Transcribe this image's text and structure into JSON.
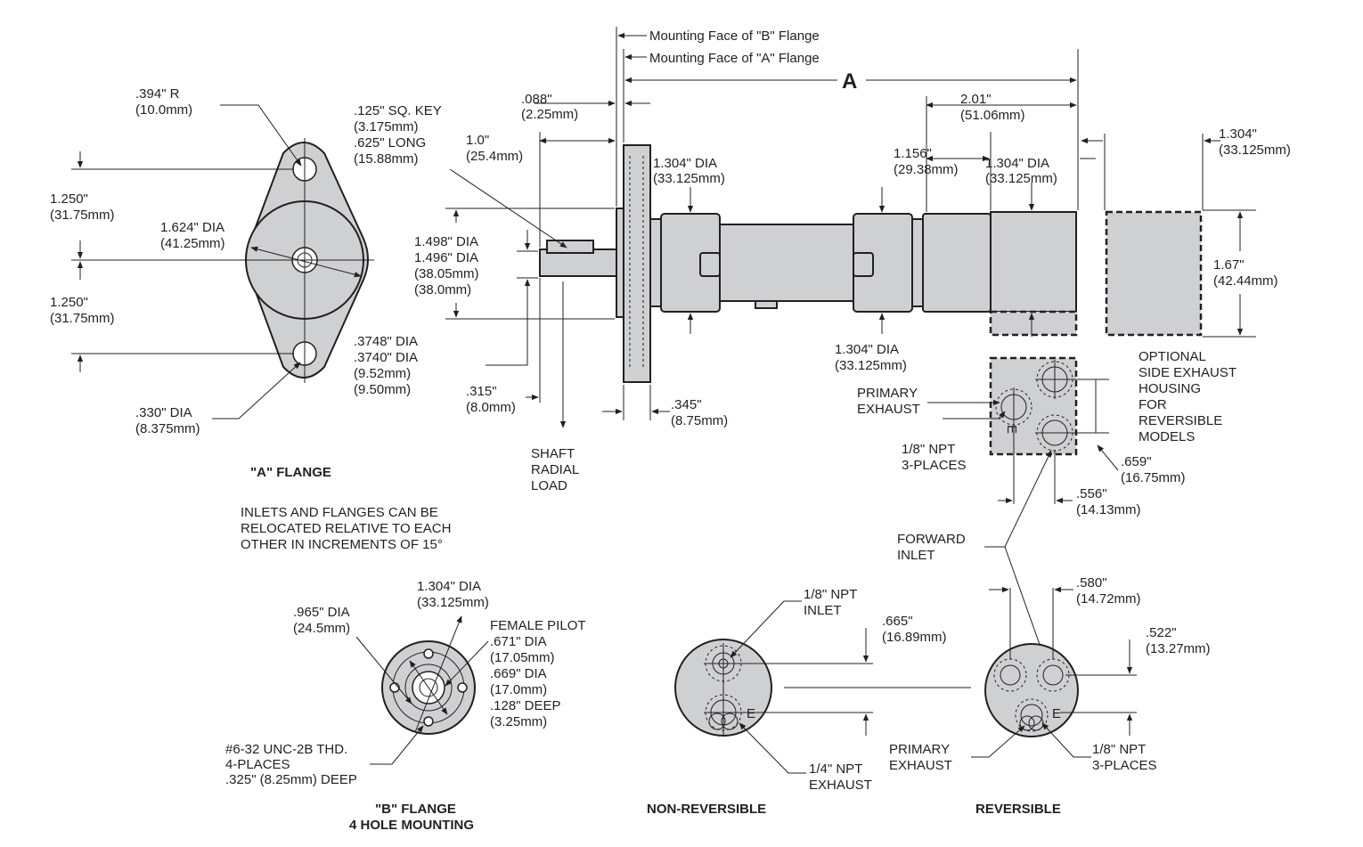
{
  "labels": {
    "mount_b": "Mounting Face of \"B\" Flange",
    "mount_a": "Mounting Face of \"A\" Flange",
    "dim_A": "A",
    "r394_1": ".394\" R",
    "r394_2": "(10.0mm)",
    "key_1": ".125\" SQ. KEY",
    "key_2": "(3.175mm)",
    "key_3": ".625\" LONG",
    "key_4": "(15.88mm)",
    "d088_1": ".088\"",
    "d088_2": "(2.25mm)",
    "d10_1": "1.0\"",
    "d10_2": "(25.4mm)",
    "d1304a_1": "1.304\" DIA",
    "d1304a_2": "(33.125mm)",
    "d201_1": "2.01\"",
    "d201_2": "(51.06mm)",
    "d1156_1": "1.156\"",
    "d1156_2": "(29.38mm)",
    "d1304b_1": "1.304\" DIA",
    "d1304b_2": "(33.125mm)",
    "d1304c_1": "1.304\"",
    "d1304c_2": "(33.125mm)",
    "d1250a_1": "1.250\"",
    "d1250a_2": "(31.75mm)",
    "d1624_1": "1.624\" DIA",
    "d1624_2": "(41.25mm)",
    "d1250b_1": "1.250\"",
    "d1250b_2": "(31.75mm)",
    "shaft_1": "1.498\" DIA",
    "shaft_2": "1.496\" DIA",
    "shaft_3": "(38.05mm)",
    "shaft_4": "(38.0mm)",
    "d167_1": "1.67\"",
    "d167_2": "(42.44mm)",
    "d3748_1": ".3748\" DIA",
    "d3748_2": ".3740\" DIA",
    "d3748_3": "(9.52mm)",
    "d3748_4": "(9.50mm)",
    "d1304d_1": "1.304\" DIA",
    "d1304d_2": "(33.125mm)",
    "opt_1": "OPTIONAL",
    "opt_2": "SIDE EXHAUST",
    "opt_3": "HOUSING",
    "opt_4": "FOR",
    "opt_5": "REVERSIBLE",
    "opt_6": "MODELS",
    "prim_1": "PRIMARY",
    "prim_2": "EXHAUST",
    "npt3_1": "1/8\" NPT",
    "npt3_2": "3-PLACES",
    "d330_1": ".330\" DIA",
    "d330_2": "(8.375mm)",
    "d315_1": ".315\"",
    "d315_2": "(8.0mm)",
    "d345_1": ".345\"",
    "d345_2": "(8.75mm)",
    "d659_1": ".659\"",
    "d659_2": "(16.75mm)",
    "load_1": "SHAFT",
    "load_2": "RADIAL",
    "load_3": "LOAD",
    "flangeA": "\"A\" FLANGE",
    "d556_1": ".556\"",
    "d556_2": "(14.13mm)",
    "note_1": "INLETS AND FLANGES CAN BE",
    "note_2": "RELOCATED RELATIVE TO EACH",
    "note_3": "OTHER IN INCREMENTS OF 15°",
    "fwd_1": "FORWARD",
    "fwd_2": "INLET",
    "d1304e_1": "1.304\" DIA",
    "d1304e_2": "(33.125mm)",
    "d580_1": ".580\"",
    "d580_2": "(14.72mm)",
    "d965_1": ".965\" DIA",
    "d965_2": "(24.5mm)",
    "pilot_1": "FEMALE PILOT",
    "pilot_2": ".671\" DIA",
    "pilot_3": "(17.05mm)",
    "pilot_4": ".669\" DIA",
    "pilot_5": "(17.0mm)",
    "pilot_6": ".128\" DEEP",
    "pilot_7": "(3.25mm)",
    "inlet_1": "1/8\" NPT",
    "inlet_2": "INLET",
    "d665_1": ".665\"",
    "d665_2": "(16.89mm)",
    "d522_1": ".522\"",
    "d522_2": "(13.27mm)",
    "thd_1": "#6-32 UNC-2B THD.",
    "thd_2": "4-PLACES",
    "thd_3": ".325\" (8.25mm) DEEP",
    "prim2_1": "PRIMARY",
    "prim2_2": "EXHAUST",
    "npt3b_1": "1/8\" NPT",
    "npt3b_2": "3-PLACES",
    "exh_1": "1/4\" NPT",
    "exh_2": "EXHAUST",
    "flangeB_1": "\"B\" FLANGE",
    "flangeB_2": "4 HOLE MOUNTING",
    "nonrev": "NON-REVERSIBLE",
    "rev": "REVERSIBLE",
    "E_side": "E",
    "E_nonrev": "E",
    "E_rev": "E"
  }
}
